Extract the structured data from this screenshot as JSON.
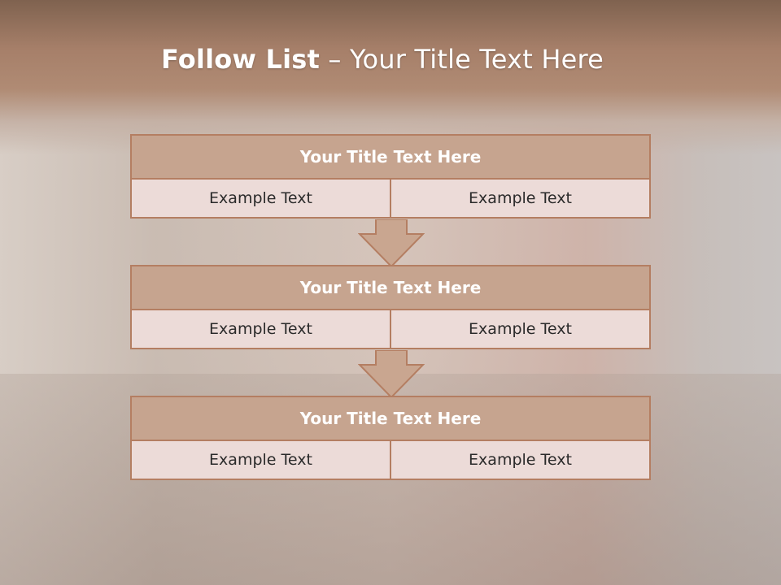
{
  "slide": {
    "title_bold": "Follow List",
    "title_rest": " – Your Title Text Here"
  },
  "steps": [
    {
      "title": "Your Title Text Here",
      "left": "Example Text",
      "right": "Example Text"
    },
    {
      "title": "Your Title Text Here",
      "left": "Example Text",
      "right": "Example Text"
    },
    {
      "title": "Your Title Text Here",
      "left": "Example Text",
      "right": "Example Text"
    }
  ],
  "colors": {
    "header_fill": "#c6a48f",
    "cell_fill": "#ecdbd8",
    "border": "#b47e62",
    "arrow_fill": "#c9a690"
  }
}
